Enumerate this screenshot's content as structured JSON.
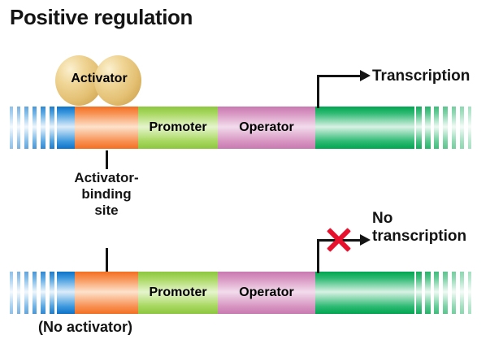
{
  "title": "Positive regulation",
  "colors": {
    "blue": "#0d72c8",
    "orange": "#f36f21",
    "light_green": "#8cc63e",
    "pink": "#c879b0",
    "green": "#00a550",
    "activator_gold": "#e3bf72",
    "x_red": "#e8112d",
    "line_black": "#141414"
  },
  "activator": {
    "label": "Activator"
  },
  "top_panel": {
    "segments": [
      {
        "name": "activator-binding-site",
        "label": ""
      },
      {
        "name": "promoter",
        "label": "Promoter"
      },
      {
        "name": "operator",
        "label": "Operator"
      },
      {
        "name": "gene",
        "label": ""
      }
    ],
    "promoter_label": "Promoter",
    "operator_label": "Operator",
    "output_label": "Transcription"
  },
  "bottom_panel": {
    "promoter_label": "Promoter",
    "operator_label": "Operator",
    "output_label_line1": "No",
    "output_label_line2": "transcription",
    "no_activator_label": "(No activator)",
    "blocked": true
  },
  "callout": {
    "line1": "Activator-",
    "line2": "binding",
    "line3": "site"
  }
}
